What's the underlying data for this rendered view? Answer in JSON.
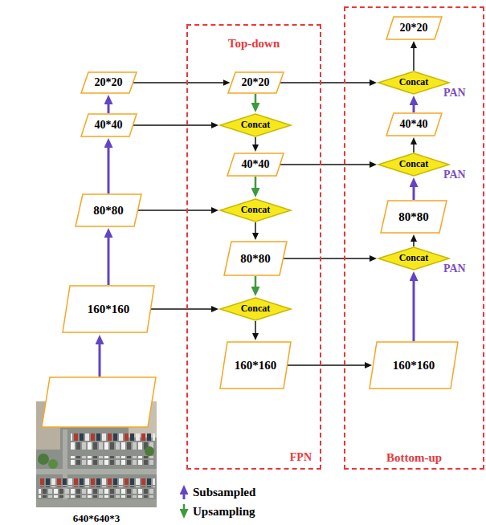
{
  "diagram": {
    "nodes": [
      {
        "text": [
          "20*20"
        ]
      },
      {
        "text": [
          "40*40"
        ]
      },
      {
        "text": [
          "80*80"
        ]
      },
      {
        "text": [
          "160*160"
        ]
      },
      {
        "text": [
          "Top-down",
          "FPN"
        ]
      },
      {
        "text": [
          "20*20"
        ],
        "in": 4
      },
      {
        "text": [
          "Concat"
        ],
        "in": 4
      },
      {
        "text": [
          "40*40"
        ],
        "in": 4
      },
      {
        "text": [
          "Concat"
        ],
        "in": 4
      },
      {
        "text": [
          "80*80"
        ],
        "in": 4
      },
      {
        "text": [
          "Concat"
        ],
        "in": 4
      },
      {
        "text": [
          "160*160"
        ],
        "in": 4
      },
      {
        "text": [
          "Bottom-up"
        ]
      },
      {
        "text": [
          "20*20"
        ],
        "in": 12
      },
      {
        "text": [
          "Concat"
        ],
        "in": 12
      },
      {
        "text": [
          "40*40"
        ],
        "in": 12
      },
      {
        "text": [
          "Concat"
        ],
        "in": 12
      },
      {
        "text": [
          "80*80"
        ],
        "in": 12
      },
      {
        "text": [
          "Concat"
        ],
        "in": 12
      },
      {
        "text": [
          "160*160"
        ],
        "in": 12
      }
    ],
    "edges": [
      {
        "from": 3,
        "to": 2,
        "arrow": "to"
      },
      {
        "from": 2,
        "to": 1,
        "arrow": "to"
      },
      {
        "from": 1,
        "to": 0,
        "arrow": "to"
      },
      {
        "from": 0,
        "to": 5,
        "arrow": "to"
      },
      {
        "from": 1,
        "to": 6,
        "arrow": "to"
      },
      {
        "from": 2,
        "to": 8,
        "arrow": "to"
      },
      {
        "from": 3,
        "to": 10,
        "arrow": "to"
      },
      {
        "from": 5,
        "to": 6,
        "arrow": "to"
      },
      {
        "from": 6,
        "to": 7,
        "arrow": "to"
      },
      {
        "from": 7,
        "to": 8,
        "arrow": "to"
      },
      {
        "from": 8,
        "to": 9,
        "arrow": "to"
      },
      {
        "from": 9,
        "to": 10,
        "arrow": "to"
      },
      {
        "from": 10,
        "to": 11,
        "arrow": "to"
      },
      {
        "from": 5,
        "to": 14,
        "arrow": "to"
      },
      {
        "from": 7,
        "to": 16,
        "arrow": "to"
      },
      {
        "from": 9,
        "to": 18,
        "arrow": "to"
      },
      {
        "from": 11,
        "to": 19,
        "arrow": "to"
      },
      {
        "from": 19,
        "to": 18,
        "arrow": "to"
      },
      {
        "from": 18,
        "to": 17,
        "arrow": "to"
      },
      {
        "from": 17,
        "to": 16,
        "arrow": "to"
      },
      {
        "from": 16,
        "to": 15,
        "arrow": "to"
      },
      {
        "from": 15,
        "to": 14,
        "arrow": "to"
      },
      {
        "from": 14,
        "to": 13,
        "arrow": "to"
      }
    ],
    "labels": [
      "640*640*3",
      "PAN",
      "PAN",
      "PAN"
    ],
    "legend": [
      {
        "text": "Subsampled"
      },
      {
        "text": "Upsampling"
      }
    ]
  }
}
